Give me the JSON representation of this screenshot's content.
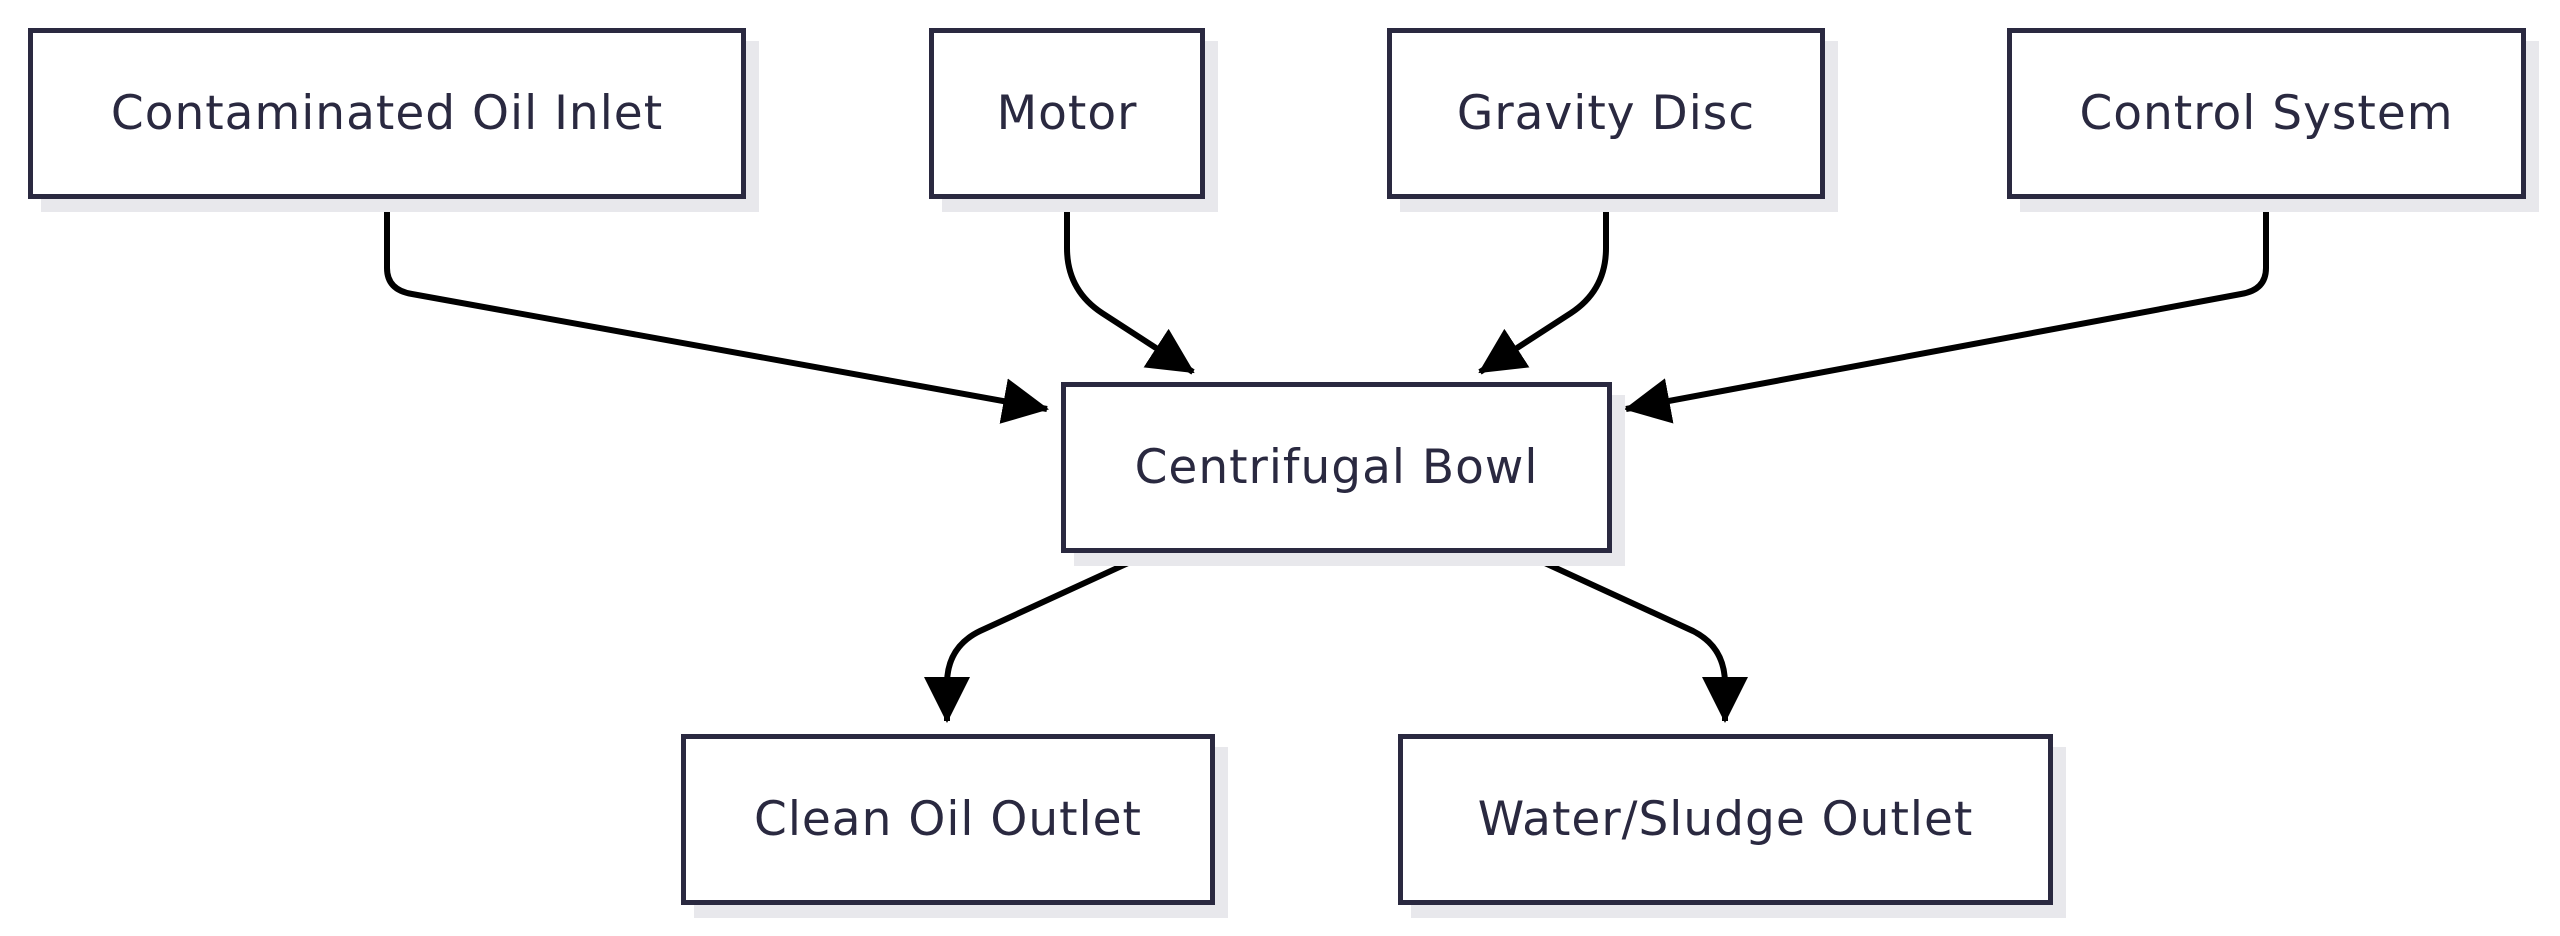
{
  "diagram": {
    "nodes": {
      "inlet": "Contaminated Oil Inlet",
      "motor": "Motor",
      "gravity": "Gravity Disc",
      "control": "Control System",
      "bowl": "Centrifugal Bowl",
      "clean": "Clean Oil Outlet",
      "water": "Water/Sludge Outlet"
    },
    "edges": [
      {
        "from": "inlet",
        "to": "bowl"
      },
      {
        "from": "motor",
        "to": "bowl"
      },
      {
        "from": "gravity",
        "to": "bowl"
      },
      {
        "from": "control",
        "to": "bowl"
      },
      {
        "from": "bowl",
        "to": "clean"
      },
      {
        "from": "bowl",
        "to": "water"
      }
    ],
    "colors": {
      "node_border": "#2a2940",
      "node_text": "#2a2940",
      "edge": "#000000",
      "shadow": "#e8e8ec",
      "background": "#ffffff"
    }
  }
}
